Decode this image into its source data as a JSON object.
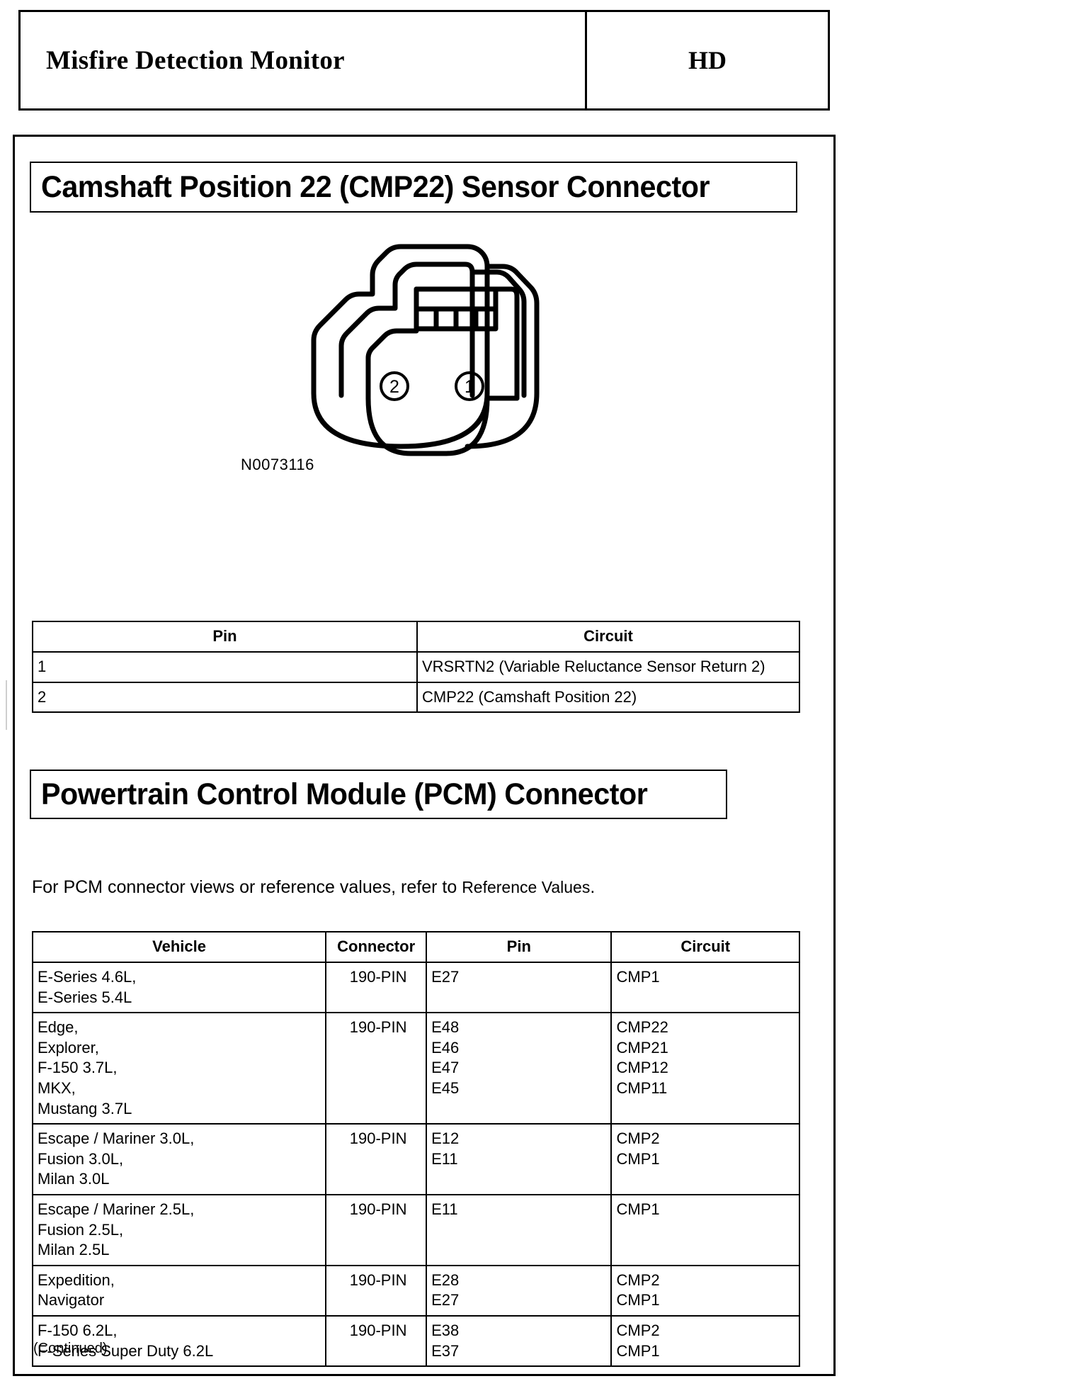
{
  "header": {
    "title": "Misfire Detection Monitor",
    "code": "HD"
  },
  "sections": {
    "cmp22_banner": "Camshaft Position 22 (CMP22) Sensor Connector",
    "pcm_banner": "Powertrain Control Module (PCM) Connector"
  },
  "figure": {
    "caption": "N0073116",
    "pin_labels": [
      "2",
      "1"
    ]
  },
  "pin_table": {
    "headers": [
      "Pin",
      "Circuit"
    ],
    "rows": [
      {
        "pin": "1",
        "circuit": "VRSRTN2 (Variable Reluctance Sensor Return 2)"
      },
      {
        "pin": "2",
        "circuit": "CMP22 (Camshaft Position 22)"
      }
    ]
  },
  "pcm_intro": {
    "text_before": "For PCM connector views or reference values, refer to ",
    "reference": "Reference Values",
    "text_after": "."
  },
  "pcm_table": {
    "headers": [
      "Vehicle",
      "Connector",
      "Pin",
      "Circuit"
    ],
    "rows": [
      {
        "vehicle": "E-Series 4.6L,\nE-Series 5.4L",
        "connector": "190-PIN",
        "pin": "E27",
        "circuit": "CMP1"
      },
      {
        "vehicle": "Edge,\nExplorer,\nF-150 3.7L,\nMKX,\nMustang 3.7L",
        "connector": "190-PIN",
        "pin": "E48\nE46\nE47\nE45",
        "circuit": "CMP22\nCMP21\nCMP12\nCMP11"
      },
      {
        "vehicle": "Escape / Mariner 3.0L,\nFusion 3.0L,\nMilan 3.0L",
        "connector": "190-PIN",
        "pin": "E12\nE11",
        "circuit": "CMP2\nCMP1"
      },
      {
        "vehicle": "Escape / Mariner 2.5L,\nFusion 2.5L,\nMilan 2.5L",
        "connector": "190-PIN",
        "pin": "E11",
        "circuit": "CMP1"
      },
      {
        "vehicle": "Expedition,\nNavigator",
        "connector": "190-PIN",
        "pin": "E28\nE27",
        "circuit": "CMP2\nCMP1"
      },
      {
        "vehicle": "F-150 6.2L,\nF-Series Super Duty 6.2L",
        "connector": "190-PIN",
        "pin": "E38\nE37",
        "circuit": "CMP2\nCMP1"
      }
    ],
    "footer_note": "(Continued)"
  }
}
